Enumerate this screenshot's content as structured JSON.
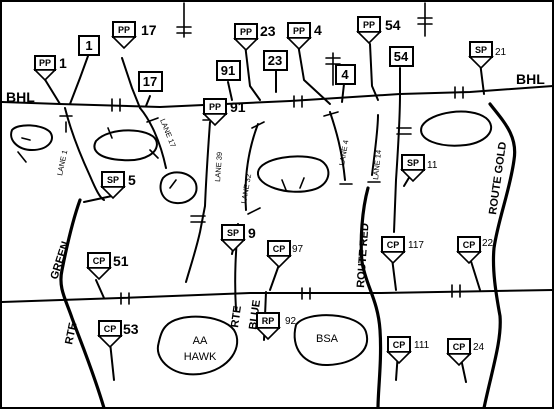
{
  "map": {
    "phase_line": "BHL",
    "routes": {
      "green": "GREEN",
      "rte_green": "RTE",
      "red": "ROUTE RED",
      "gold": "ROUTE GOLD",
      "rte_blue": "RTE",
      "blue": "BLUE"
    },
    "lanes": {
      "l1": "LANE 1",
      "l17": "LANE 17",
      "l39": "LANE 39",
      "l32": "LANE 32",
      "l4": "LANE 4",
      "l14": "LANE 14"
    },
    "areas": {
      "aa_line1": "AA",
      "aa_line2": "HAWK",
      "bsa": "BSA"
    },
    "symbols": {
      "pp1": {
        "type": "PP",
        "num": "1"
      },
      "pp17": {
        "type": "PP",
        "num": "17"
      },
      "pp23": {
        "type": "PP",
        "num": "23"
      },
      "pp4": {
        "type": "PP",
        "num": "4"
      },
      "pp54": {
        "type": "PP",
        "num": "54"
      },
      "pp91": {
        "type": "PP",
        "num": "91"
      },
      "sp21": {
        "type": "SP",
        "num": "21"
      },
      "sp5": {
        "type": "SP",
        "num": "5"
      },
      "sp9": {
        "type": "SP",
        "num": "9"
      },
      "sp11": {
        "type": "SP",
        "num": "11"
      },
      "cp51": {
        "type": "CP",
        "num": "51"
      },
      "cp53": {
        "type": "CP",
        "num": "53"
      },
      "cp97": {
        "type": "CP",
        "num": "97"
      },
      "cp117": {
        "type": "CP",
        "num": "117"
      },
      "cp22": {
        "type": "CP",
        "num": "22"
      },
      "cp111": {
        "type": "CP",
        "num": "111"
      },
      "cp24": {
        "type": "CP",
        "num": "24"
      },
      "rp92": {
        "type": "RP",
        "num": "92"
      }
    },
    "boxes": {
      "b1": "1",
      "b17": "17",
      "b91": "91",
      "b23": "23",
      "b4": "4",
      "b54": "54"
    }
  }
}
